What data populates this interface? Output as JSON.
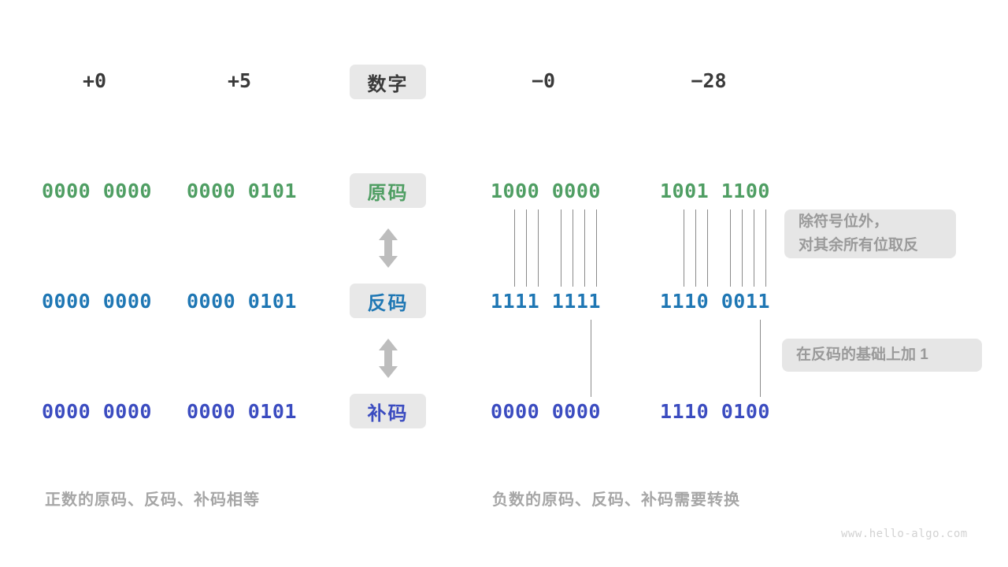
{
  "figure": {
    "watermark": "www.hello-algo.com"
  },
  "row_labels": {
    "header": "数字",
    "sign_magnitude": "原码",
    "ones_complement": "反码",
    "twos_complement": "补码"
  },
  "columns": [
    {
      "id": "plus-zero",
      "heading": "+0",
      "sign_magnitude": "0000 0000",
      "ones_complement": "0000 0000",
      "twos_complement": "0000 0000",
      "group": "positive"
    },
    {
      "id": "plus-five",
      "heading": "+5",
      "sign_magnitude": "0000 0101",
      "ones_complement": "0000 0101",
      "twos_complement": "0000 0101",
      "group": "positive"
    },
    {
      "id": "minus-zero",
      "heading": "−0",
      "sign_magnitude": "1000 0000",
      "ones_complement": "1111 1111",
      "twos_complement": "0000 0000",
      "group": "negative"
    },
    {
      "id": "minus-twentyeight",
      "heading": "−28",
      "sign_magnitude": "1001 1100",
      "ones_complement": "1110 0011",
      "twos_complement": "1110 0100",
      "group": "negative"
    }
  ],
  "notes": {
    "invert": {
      "line1": "除符号位外，",
      "line2": "对其余所有位取反"
    },
    "add_one": {
      "line1": "在反码的基础上加 1"
    }
  },
  "captions": {
    "positive": "正数的原码、反码、补码相等",
    "negative": "负数的原码、反码、补码需要转换"
  },
  "colors": {
    "sign_magnitude": "#4f9e63",
    "ones_complement": "#1f77b4",
    "twos_complement": "#3b4cc0",
    "pill_bg": "#e8e8e8",
    "note_bg": "#e6e6e6",
    "note_text": "#9a9a9a",
    "caption_text": "#a6a6a6",
    "heading_text": "#3a3a3a",
    "connector": "#8a8a8a"
  },
  "icons": {
    "updown_arrow": "double-arrow-vertical"
  }
}
